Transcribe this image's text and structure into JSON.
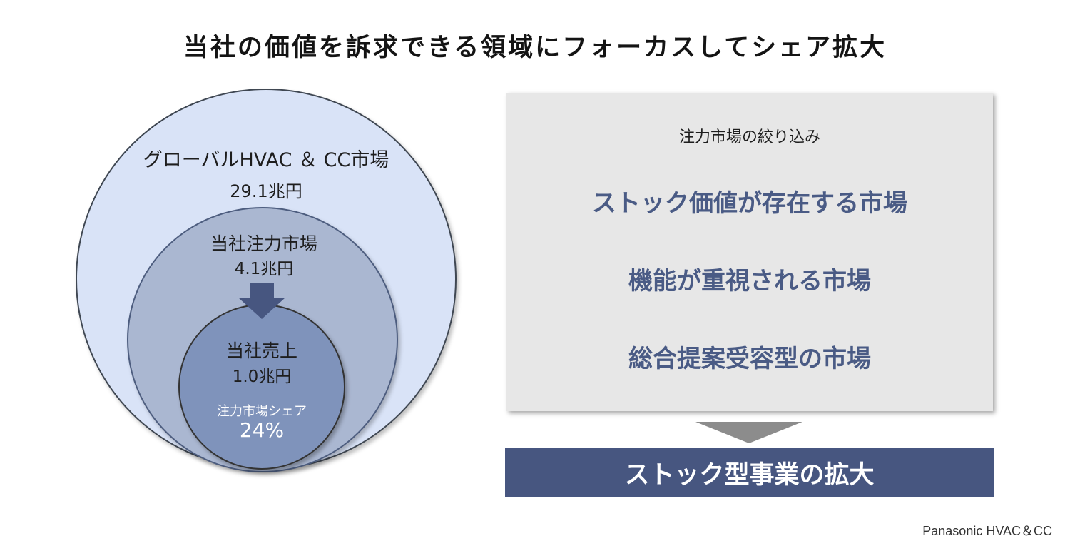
{
  "title": "当社の価値を訴求できる領域にフォーカスしてシェア拡大",
  "circles": {
    "outer": {
      "label": "グローバルHVAC ＆ CC市場",
      "value": "29.1兆円",
      "color": "#d9e3f7"
    },
    "middle": {
      "label": "当社注力市場",
      "value": "4.1兆円",
      "color": "#aab7d1"
    },
    "inner": {
      "label": "当社売上",
      "value": "1.0兆円",
      "share_label": "注力市場シェア",
      "share_value": "24%",
      "color": "#7f93bb"
    },
    "arrow_color": "#475680"
  },
  "panel": {
    "heading": "注力市場の絞り込み",
    "items": [
      "ストック価値が存在する市場",
      "機能が重視される市場",
      "総合提案受容型の市場"
    ],
    "background": "#e7e7e7",
    "item_color": "#4a5b85"
  },
  "result": {
    "text": "ストック型事業の拡大",
    "background": "#475680"
  },
  "footer": "Panasonic HVAC＆CC"
}
